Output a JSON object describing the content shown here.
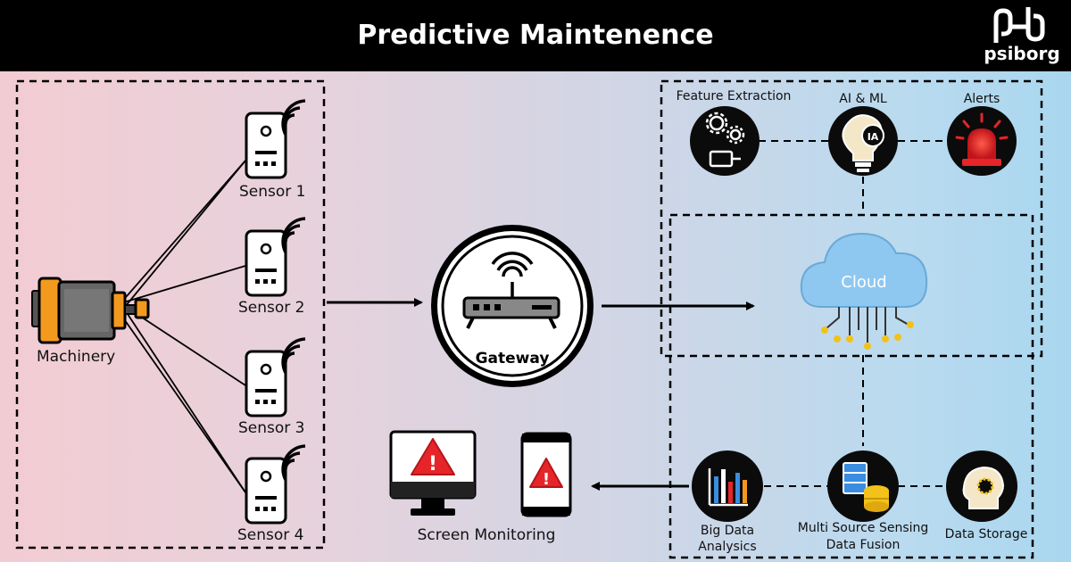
{
  "header": {
    "title": "Predictive Maintenence",
    "logo_text": "psiborg"
  },
  "machinery": {
    "label": "Machinery"
  },
  "sensors": [
    {
      "label": "Sensor 1"
    },
    {
      "label": "Sensor 2"
    },
    {
      "label": "Sensor 3"
    },
    {
      "label": "Sensor 4"
    }
  ],
  "gateway": {
    "label": "Gateway"
  },
  "cloud": {
    "label": "Cloud"
  },
  "top_nodes": [
    {
      "label": "Feature Extraction",
      "icon": "gears-icon"
    },
    {
      "label": "AI & ML",
      "icon": "ai-brain-icon"
    },
    {
      "label": "Alerts",
      "icon": "siren-icon"
    }
  ],
  "bottom_nodes": [
    {
      "label_line1": "Big Data",
      "label_line2": "Analysics",
      "icon": "bar-chart-icon"
    },
    {
      "label_line1": "Multi Source Sensing",
      "label_line2": "Data Fusion",
      "icon": "database-icon"
    },
    {
      "label_line1": "Data Storage",
      "label_line2": "",
      "icon": "head-gear-icon"
    }
  ],
  "screen_monitoring": {
    "label": "Screen Monitoring",
    "badge": "!"
  },
  "ai_badge": "IA",
  "colors": {
    "header": "#000000",
    "node_fill": "#0b0b0b",
    "warning": "#e5252a",
    "cloud": "#8ec8f0",
    "motor": "#f39a1e"
  }
}
